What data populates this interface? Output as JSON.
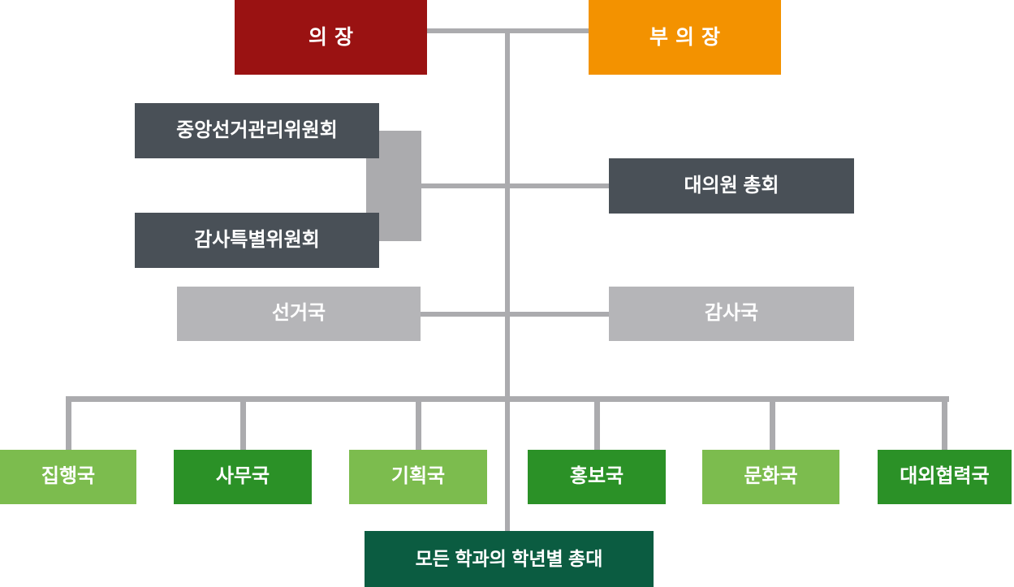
{
  "palette": {
    "chairman_red": "#9A1212",
    "vice_chairman_orange": "#F39200",
    "committee_dark_slate": "#495057",
    "bureau_light_gray": "#B5B5B8",
    "connector_gray": "#ABABAE",
    "light_green": "#7CBC4E",
    "green": "#2B9127",
    "dark_sea_green": "#0B5C41",
    "label_text": "#FFFFFF"
  },
  "org_chart": {
    "nodes": [
      {
        "id": "chairman",
        "label": "의장"
      },
      {
        "id": "vice-chairman",
        "label": "부의장"
      },
      {
        "id": "central-election-committee",
        "label": "중앙선거관리위원회"
      },
      {
        "id": "special-audit-committee",
        "label": "감사특별위원회"
      },
      {
        "id": "delegate-assembly",
        "label": "대의원 총회"
      },
      {
        "id": "election-bureau",
        "label": "선거국"
      },
      {
        "id": "audit-bureau",
        "label": "감사국"
      },
      {
        "id": "executive-bureau",
        "label": "집행국"
      },
      {
        "id": "secretariat",
        "label": "사무국"
      },
      {
        "id": "planning-bureau",
        "label": "기획국"
      },
      {
        "id": "pr-bureau",
        "label": "홍보국"
      },
      {
        "id": "culture-bureau",
        "label": "문화국"
      },
      {
        "id": "external-cooperation-bureau",
        "label": "대외협력국"
      },
      {
        "id": "grade-representatives",
        "label": "모든 학과의 학년별 총대"
      }
    ]
  }
}
